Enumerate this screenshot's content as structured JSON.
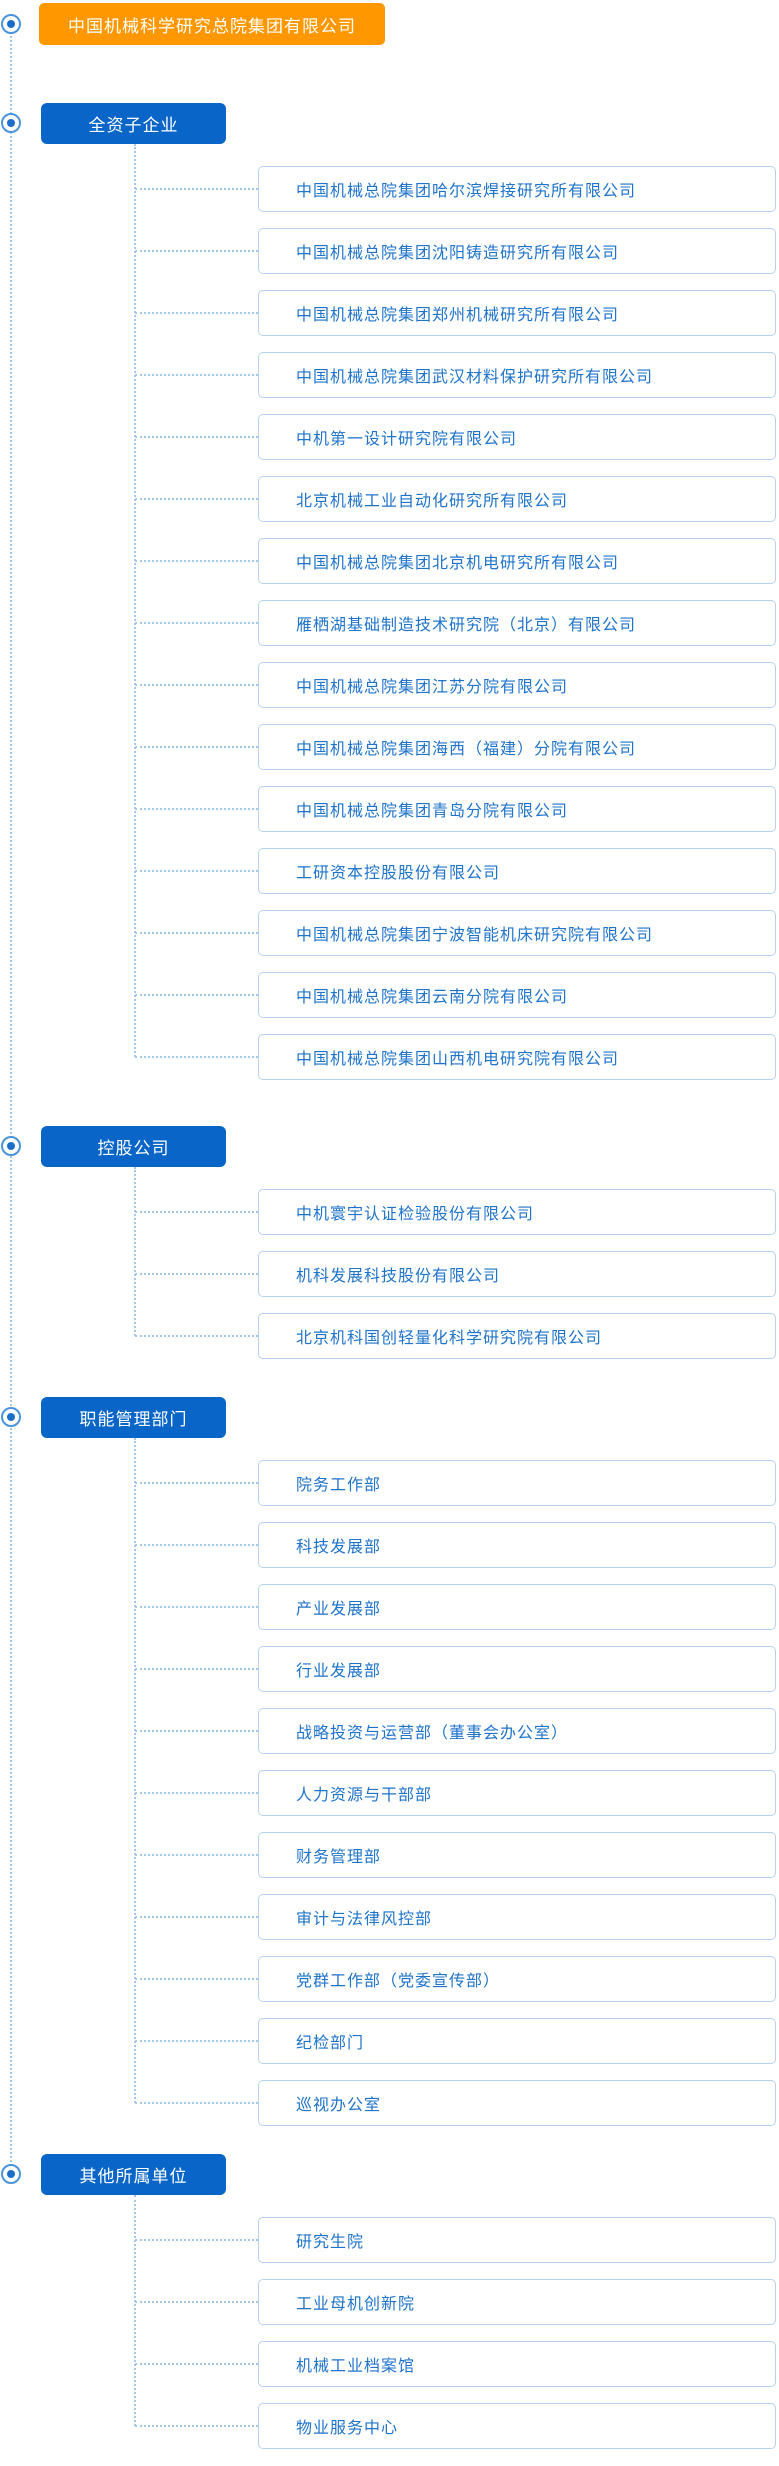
{
  "root": {
    "title": "中国机械科学研究总院集团有限公司"
  },
  "icons": {
    "bullet": "radio-target-icon"
  },
  "colors": {
    "root_bg": "#ff9800",
    "section_bg": "#0966c8",
    "item_border": "#b5d2ee",
    "item_text": "#1e73cb",
    "connector": "#a3c8ea",
    "bullet_ring": "#4a94dd",
    "bullet_dot": "#1b6ec9"
  },
  "sections": [
    {
      "label": "全资子企业",
      "items": [
        "中国机械总院集团哈尔滨焊接研究所有限公司",
        "中国机械总院集团沈阳铸造研究所有限公司",
        "中国机械总院集团郑州机械研究所有限公司",
        "中国机械总院集团武汉材料保护研究所有限公司",
        "中机第一设计研究院有限公司",
        "北京机械工业自动化研究所有限公司",
        "中国机械总院集团北京机电研究所有限公司",
        "雁栖湖基础制造技术研究院（北京）有限公司",
        "中国机械总院集团江苏分院有限公司",
        "中国机械总院集团海西（福建）分院有限公司",
        "中国机械总院集团青岛分院有限公司",
        "工研资本控股股份有限公司",
        "中国机械总院集团宁波智能机床研究院有限公司",
        "中国机械总院集团云南分院有限公司",
        "中国机械总院集团山西机电研究院有限公司"
      ]
    },
    {
      "label": "控股公司",
      "items": [
        "中机寰宇认证检验股份有限公司",
        "机科发展科技股份有限公司",
        "北京机科国创轻量化科学研究院有限公司"
      ]
    },
    {
      "label": "职能管理部门",
      "items": [
        "院务工作部",
        "科技发展部",
        "产业发展部",
        "行业发展部",
        "战略投资与运营部（董事会办公室）",
        "人力资源与干部部",
        "财务管理部",
        "审计与法律风控部",
        "党群工作部（党委宣传部）",
        "纪检部门",
        "巡视办公室"
      ]
    },
    {
      "label": "其他所属单位",
      "items": [
        "研究生院",
        "工业母机创新院",
        "机械工业档案馆",
        "物业服务中心"
      ]
    }
  ]
}
